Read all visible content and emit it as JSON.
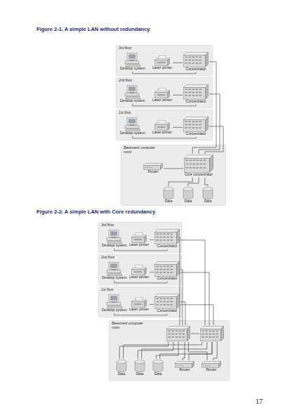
{
  "diagram": {
    "title": "Figure 2-1. A simple LAN without redundancy",
    "nodes": [
      {
        "text": [
          "3rd floor"
        ]
      },
      {
        "text": [
          "Desktop system"
        ],
        "in": 0
      },
      {
        "text": [
          "Laser printer"
        ],
        "in": 0
      },
      {
        "text": [
          "Concentrator"
        ],
        "in": 0
      },
      {
        "text": [
          "2nd floor"
        ]
      },
      {
        "text": [
          "Desktop system"
        ],
        "in": 4
      },
      {
        "text": [
          "Laser printer"
        ],
        "in": 4
      },
      {
        "text": [
          "Concentrator"
        ],
        "in": 4
      },
      {
        "text": [
          "1st floor"
        ]
      },
      {
        "text": [
          "Desktop system"
        ],
        "in": 8
      },
      {
        "text": [
          "Laser printer"
        ],
        "in": 8
      },
      {
        "text": [
          "Concentrator"
        ],
        "in": 8
      },
      {
        "text": [
          "Basement computer room"
        ]
      },
      {
        "text": [
          "Router"
        ],
        "in": 12
      },
      {
        "text": [
          "Core concentrator"
        ],
        "in": 12
      },
      {
        "text": [
          "Data"
        ],
        "in": 12
      },
      {
        "text": [
          "Data"
        ],
        "in": 12
      },
      {
        "text": [
          "Data"
        ],
        "in": 12
      },
      {
        "text": [
          "3rd floor"
        ]
      },
      {
        "text": [
          "Desktop system"
        ],
        "in": 18
      },
      {
        "text": [
          "Laser printer"
        ],
        "in": 18
      },
      {
        "text": [
          "Concentrator"
        ],
        "in": 18
      },
      {
        "text": [
          "2nd floor"
        ]
      },
      {
        "text": [
          "Desktop system"
        ],
        "in": 22
      },
      {
        "text": [
          "Laser printer"
        ],
        "in": 22
      },
      {
        "text": [
          "Concentrator"
        ],
        "in": 22
      },
      {
        "text": [
          "1st floor"
        ]
      },
      {
        "text": [
          "Desktop system"
        ],
        "in": 26
      },
      {
        "text": [
          "Laser printer"
        ],
        "in": 26
      },
      {
        "text": [
          "Concentrator"
        ],
        "in": 26
      },
      {
        "text": [
          "Basement computer room"
        ]
      },
      {
        "text": [],
        "in": 30
      },
      {
        "text": [],
        "in": 30
      },
      {
        "text": [
          "Data"
        ],
        "in": 30
      },
      {
        "text": [
          "Data"
        ],
        "in": 30
      },
      {
        "text": [
          "Data"
        ],
        "in": 30
      },
      {
        "text": [
          "Router"
        ],
        "in": 30
      },
      {
        "text": [
          "Router"
        ],
        "in": 30
      }
    ],
    "edges": [
      {
        "from": 1,
        "to": 3,
        "arrow": "none"
      },
      {
        "from": 2,
        "to": 3,
        "arrow": "none"
      },
      {
        "from": 5,
        "to": 7,
        "arrow": "none"
      },
      {
        "from": 6,
        "to": 7,
        "arrow": "none"
      },
      {
        "from": 9,
        "to": 11,
        "arrow": "none"
      },
      {
        "from": 10,
        "to": 11,
        "arrow": "none"
      },
      {
        "from": 3,
        "to": 14,
        "arrow": "none"
      },
      {
        "from": 7,
        "to": 14,
        "arrow": "none"
      },
      {
        "from": 11,
        "to": 14,
        "arrow": "none"
      },
      {
        "from": 13,
        "to": 14,
        "arrow": "none"
      },
      {
        "from": 15,
        "to": 14,
        "arrow": "none"
      },
      {
        "from": 16,
        "to": 14,
        "arrow": "none"
      },
      {
        "from": 17,
        "to": 14,
        "arrow": "none"
      },
      {
        "from": 19,
        "to": 21,
        "arrow": "none"
      },
      {
        "from": 20,
        "to": 21,
        "arrow": "none"
      },
      {
        "from": 23,
        "to": 25,
        "arrow": "none"
      },
      {
        "from": 24,
        "to": 25,
        "arrow": "none"
      },
      {
        "from": 27,
        "to": 29,
        "arrow": "none"
      },
      {
        "from": 28,
        "to": 29,
        "arrow": "none"
      },
      {
        "from": 21,
        "to": 31,
        "arrow": "none"
      },
      {
        "from": 21,
        "to": 32,
        "arrow": "none"
      },
      {
        "from": 25,
        "to": 31,
        "arrow": "none"
      },
      {
        "from": 25,
        "to": 32,
        "arrow": "none"
      },
      {
        "from": 29,
        "to": 31,
        "arrow": "none"
      },
      {
        "from": 29,
        "to": 32,
        "arrow": "none"
      },
      {
        "from": 31,
        "to": 32,
        "arrow": "none"
      },
      {
        "from": 33,
        "to": 31,
        "arrow": "none"
      },
      {
        "from": 33,
        "to": 32,
        "arrow": "none"
      },
      {
        "from": 34,
        "to": 31,
        "arrow": "none"
      },
      {
        "from": 34,
        "to": 32,
        "arrow": "none"
      },
      {
        "from": 35,
        "to": 31,
        "arrow": "none"
      },
      {
        "from": 35,
        "to": 32,
        "arrow": "none"
      },
      {
        "from": 36,
        "to": 31,
        "arrow": "none"
      },
      {
        "from": 36,
        "to": 32,
        "arrow": "none"
      },
      {
        "from": 37,
        "to": 31,
        "arrow": "none"
      },
      {
        "from": 37,
        "to": 32,
        "arrow": "none"
      }
    ],
    "labels": [
      "Figure 2-2. A simple LAN with Core redundancy",
      "17"
    ]
  }
}
